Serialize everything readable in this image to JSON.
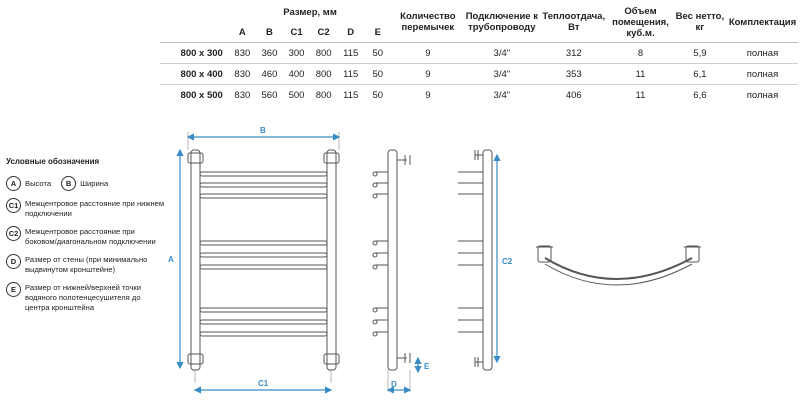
{
  "table": {
    "size_header": "Размер, мм",
    "dim_columns": [
      "A",
      "B",
      "C1",
      "C2",
      "D",
      "E"
    ],
    "headers": {
      "crossbars": "Количество перемычек",
      "connection": "Подключение к трубопроводу",
      "heat": "Теплоотдача, Вт",
      "room": "Объем помещения, куб.м.",
      "weight": "Вес нетто, кг",
      "kit": "Комплектация"
    },
    "rows": [
      {
        "name": "800 x 300",
        "dims": [
          "830",
          "360",
          "300",
          "800",
          "115",
          "50"
        ],
        "crossbars": "9",
        "connection": "3/4\"",
        "heat": "312",
        "room": "8",
        "weight": "5,9",
        "kit": "полная"
      },
      {
        "name": "800 x 400",
        "dims": [
          "830",
          "460",
          "400",
          "800",
          "115",
          "50"
        ],
        "crossbars": "9",
        "connection": "3/4\"",
        "heat": "353",
        "room": "11",
        "weight": "6,1",
        "kit": "полная"
      },
      {
        "name": "800 x 500",
        "dims": [
          "830",
          "560",
          "500",
          "800",
          "115",
          "50"
        ],
        "crossbars": "9",
        "connection": "3/4\"",
        "heat": "406",
        "room": "11",
        "weight": "6,6",
        "kit": "полная"
      }
    ]
  },
  "legend": {
    "title": "Условные обозначения",
    "items": [
      {
        "letter": "A",
        "text": "Высота"
      },
      {
        "letter": "B",
        "text": "Ширина"
      },
      {
        "letter": "C1",
        "text": "Межцентровое расстояние при нижнем подключении"
      },
      {
        "letter": "C2",
        "text": "Межцентровое расстояние при боковом/диагональном подключении"
      },
      {
        "letter": "D",
        "text": "Размер от стены (при минимально выдвинутом кронштейне)"
      },
      {
        "letter": "E",
        "text": "Размер от нижней/верхней точки водяного полотенцесушителя до центра кронштейна"
      }
    ]
  },
  "drawing": {
    "labels": {
      "A": "A",
      "B": "B",
      "C1": "C1",
      "C2": "C2",
      "D": "D",
      "E": "E"
    },
    "accent_color": "#3a8cc6",
    "line_color": "#555555"
  }
}
